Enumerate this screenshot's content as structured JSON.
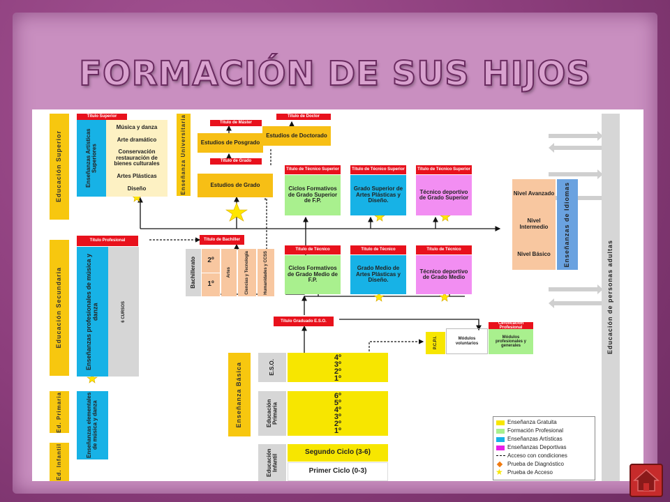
{
  "title": "FORMACIÓN DE SUS HIJOS",
  "superior": {
    "label": "Educación Superior",
    "artisticas_title": "Título Superior",
    "artisticas_label": "Enseñanzas Artísticas Superiores",
    "artisticas_items": [
      "Música y danza",
      "Arte dramático",
      "Conservación restauración de bienes culturales",
      "Artes Plásticas",
      "Diseño"
    ],
    "universitaria": "Enseñanza Universitaria",
    "titulo_master": "Título de Máster",
    "titulo_doctor": "Título de Doctor",
    "posgrado": "Estudios de Posgrado",
    "doctorado": "Estudios de Doctorado",
    "titulo_grado": "Título de Grado",
    "grado": "Estudios de Grado",
    "ts_fp_title": "Título de Técnico Superior",
    "ts_fp": "Ciclos Formativos de Grado Superior de F.P.",
    "ts_art_title": "Título de Técnico Superior",
    "ts_art": "Grado Superior de Artes Plásticas y Diseño.",
    "ts_dep_title": "Título de Técnico Superior",
    "ts_dep": "Técnico deportivo de Grado Superior"
  },
  "secundaria": {
    "label": "Educación Secundaria",
    "prof_title": "Título Profesional",
    "prof_label": "Enseñanzas profesionales de música y danza",
    "cursos": "6 CURSOS",
    "titulo_bach": "Título de Bachiller",
    "bach": "Bachillerato",
    "bach_courses": [
      "2º",
      "1º"
    ],
    "bach_mod": [
      "Artes",
      "Ciencias y Tecnología",
      "Humanidades y CCSS"
    ],
    "tec_fp_title": "Título de Técnico",
    "tec_fp": "Ciclos Formativos de Grado Medio de F.P.",
    "tec_art_title": "Título de Técnico",
    "tec_art": "Grado Medio de Artes Plásticas y Diseño.",
    "tec_dep_title": "Título de Técnico",
    "tec_dep": "Técnico deportivo de Grado Medio",
    "titulo_eso": "Título Graduado E.S.O.",
    "pcpi": "P.C.P.I.",
    "mod_vol": "Módulos voluntarios",
    "cert_title": "Certificación Profesional",
    "mod_prof": "Módulos profesionales y generales"
  },
  "basica": {
    "label": "Enseñanza Básica",
    "eso": "E.S.O.",
    "eso_levels": [
      "4º",
      "3º",
      "2º",
      "1º"
    ],
    "primaria": "Educación Primaria",
    "primaria_levels": [
      "6º",
      "5º",
      "4º",
      "3º",
      "2º",
      "1º"
    ],
    "infantil": "Educación Infantil",
    "infantil_levels": [
      "Segundo Ciclo (3-6)",
      "Primer Ciclo (0-3)"
    ]
  },
  "ed_primaria": "Ed. Primaria",
  "ed_infantil": "Ed. Infantil",
  "elementales": "Enseñanzas elementales de música y danza",
  "idiomas": {
    "label": "Enseñanzas de Idiomas",
    "levels": [
      "Nivel Avanzado",
      "Nivel Intermedio",
      "Nivel Básico"
    ]
  },
  "adultos": "Educación de personas adultas",
  "legend": [
    {
      "label": "Enseñanza Gratuita",
      "color": "#f7e600"
    },
    {
      "label": "Formación Profesional",
      "color": "#a9f08e"
    },
    {
      "label": "Enseñanzas Artísticas",
      "color": "#17b2e6"
    },
    {
      "label": "Enseñanzas Deportivas",
      "color": "#e81ee8"
    },
    {
      "label": "Acceso con condiciones",
      "color": "#000000"
    },
    {
      "label": "Prueba de Diagnóstico",
      "color": "#f07a10"
    },
    {
      "label": "Prueba de Acceso",
      "color": "#f7e600"
    }
  ]
}
